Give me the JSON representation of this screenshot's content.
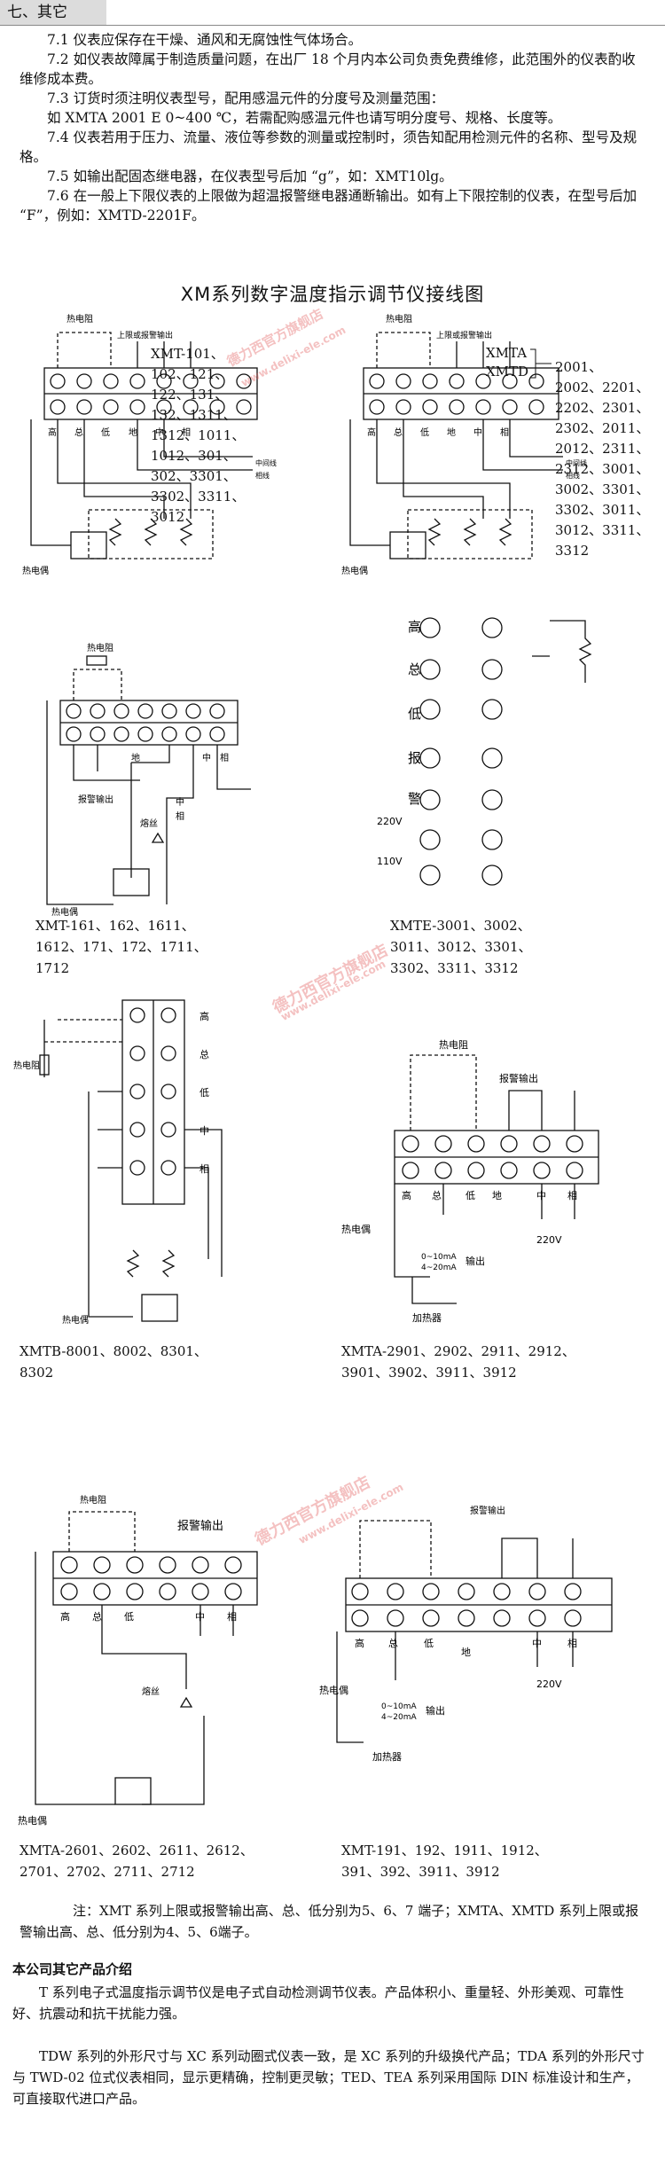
{
  "section": {
    "heading": "七、其它",
    "paras": [
      "7.1 仪表应保存在干燥、通风和无腐蚀性气体场合。",
      "7.2 如仪表故障属于制造质量问题，在出厂 18 个月内本公司负责免费维修，此范围外的仪表酌收维修成本费。",
      "7.3 订货时须注明仪表型号，配用感温元件的分度号及测量范围：",
      "如 XMTA 2001 E 0~400 ℃，若需配购感温元件也请写明分度号、规格、长度等。",
      "7.4 仪表若用于压力、流量、液位等参数的测量或控制时，须告知配用检测元件的名称、型号及规格。",
      "7.5 如输出配固态继电器，在仪表型号后加 “g”，如：XMT10lg。",
      "7.6 在一般上下限仪表的上限做为超温报警继电器通断输出。如有上下限控制的仪表，在型号后加 “F”，例如：XMTD-2201F。"
    ]
  },
  "diagram_title": "XM系列数字温度指示调节仪接线图",
  "labels": {
    "rtd": "热电阻",
    "tc": "热电偶",
    "alarm_out": "上限或报警输出",
    "alarm": "报警输出",
    "high": "高",
    "total": "总",
    "low": "低",
    "ground": "地",
    "mid": "中",
    "phase": "相",
    "fuse": "熔丝",
    "alarm_v": "报",
    "alarm_v2": "警",
    "output": "输出",
    "heater": "加热器",
    "ma1": "0~10mA",
    "ma2": "4~20mA",
    "v220": "220V",
    "v110": "110V",
    "mid_line": "中间线",
    "phase_line": "相线"
  },
  "models": {
    "xmt101": "XMT-101、\n102、121、\n122、131、\n132、1311、\n1312、1011、\n1012、301、\n302、3301、\n3302、3311、\n3012",
    "xmta_prefix_a": "XMTA",
    "xmta_prefix_b": "XMTD",
    "xmta2001": "2001、\n2002、2201、\n2202、2301、\n2302、2011、\n2012、2311、\n2312、3001、\n3002、3301、\n3302、3011、\n3012、3311、\n3312",
    "xmt161": "XMT-161、162、1611、\n1612、171、172、1711、\n1712",
    "xmte3001": "XMTE-3001、3002、\n3011、3012、3301、\n3302、3311、3312",
    "xmtb8001": "XMTB-8001、8002、8301、\n8302",
    "xmta2901": "XMTA-2901、2902、2911、2912、\n3901、3902、3911、3912",
    "xmta2601": "XMTA-2601、2602、2611、2612、\n2701、2702、2711、2712",
    "xmt191": "XMT-191、192、1911、1912、\n391、392、3911、3912"
  },
  "note": "注：XMT 系列上限或报警输出高、总、低分别为5、6、7 端子；XMTA、XMTD 系列上限或报警输出高、总、低分别为4、5、6端子。",
  "products": {
    "heading": "本公司其它产品介绍",
    "paras": [
      "T 系列电子式温度指示调节仪是电子式自动检测调节仪表。产品体积小、重量轻、外形美观、可靠性好、抗震动和抗干扰能力强。",
      "TDW 系列的外形尺寸与 XC 系列动圈式仪表一致，是 XC 系列的升级换代产品；TDA 系列的外形尺寸与 TWD-02 位式仪表相同，显示更精确，控制更灵敏；TED、TEA 系列采用国际 DIN 标准设计和生产，可直接取代进口产品。"
    ]
  },
  "watermark": {
    "text": "德力西官方旗舰店",
    "url": "www.delixi-ele.com"
  }
}
